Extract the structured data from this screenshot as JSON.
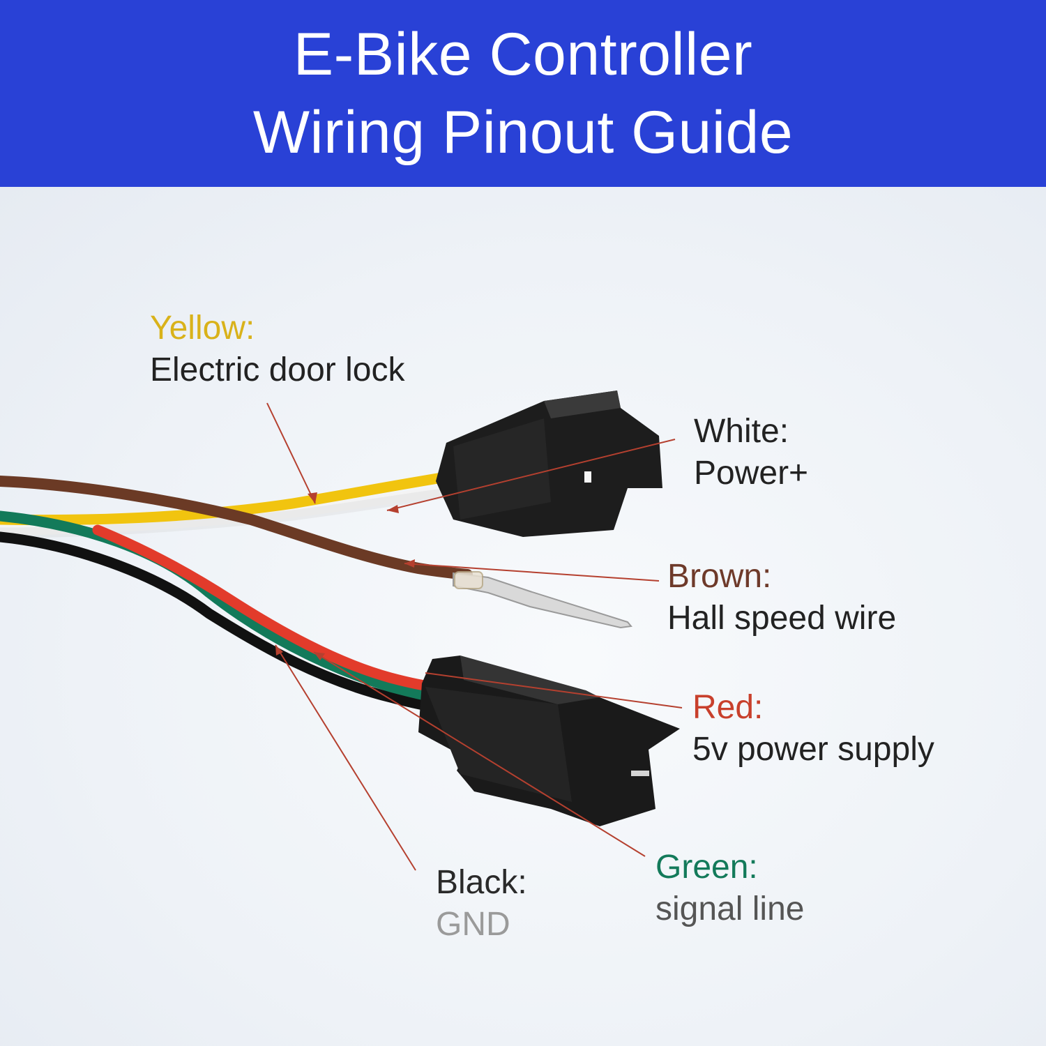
{
  "header": {
    "title_line1": "E-Bike Controller",
    "title_line2": "Wiring Pinout Guide"
  },
  "colors": {
    "banner": "#2941d6",
    "yellow_text": "#d9b21a",
    "brown_text": "#6e3a2a",
    "red_text": "#c8402c",
    "green_text": "#137a5a",
    "black_text": "#2a2a2a",
    "leader_line": "#b5402f"
  },
  "wires": [
    {
      "color_label": "Yellow:",
      "description": "Electric door lock"
    },
    {
      "color_label": "White:",
      "description": "Power+"
    },
    {
      "color_label": "Brown:",
      "description": "Hall speed wire"
    },
    {
      "color_label": "Red:",
      "description": "5v power supply"
    },
    {
      "color_label": "Green:",
      "description": "signal line"
    },
    {
      "color_label": "Black:",
      "description": "GND"
    }
  ]
}
